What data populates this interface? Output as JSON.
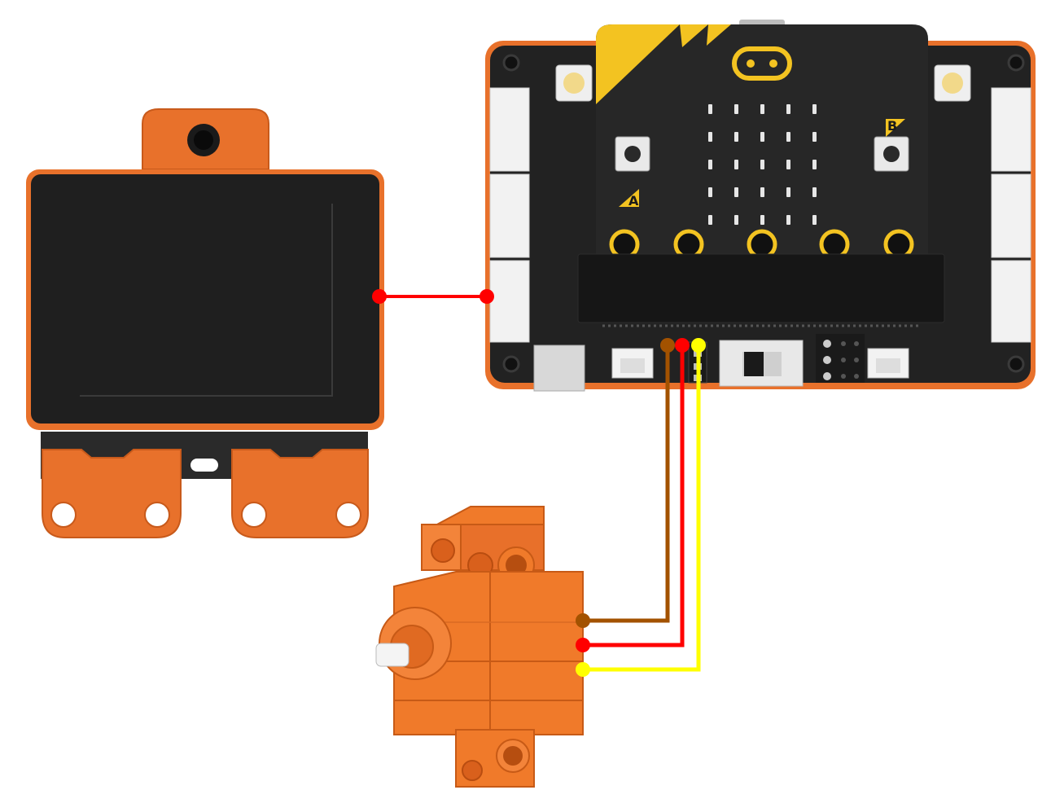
{
  "colors": {
    "background": "#ffffff",
    "module_orange": "#e8712b",
    "module_orange_dark": "#c85a1b",
    "screen_black": "#1f1f1f",
    "board_black": "#222222",
    "microbit_yellow": "#f3c321",
    "wire_brown": "#a35200",
    "wire_red": "#ff0000",
    "wire_yellow": "#ffff00",
    "servo_orange": "#f07a2a"
  },
  "microbit": {
    "button_a_label": "A",
    "button_b_label": "B",
    "led_rows": 5,
    "led_cols": 5
  },
  "components": [
    "display-module",
    "expansion-board",
    "servo-motor"
  ],
  "connections": [
    {
      "from": "display-module",
      "to": "expansion-board",
      "color": "red"
    },
    {
      "from": "servo-motor",
      "to": "expansion-board",
      "color": "brown"
    },
    {
      "from": "servo-motor",
      "to": "expansion-board",
      "color": "red"
    },
    {
      "from": "servo-motor",
      "to": "expansion-board",
      "color": "yellow"
    }
  ]
}
